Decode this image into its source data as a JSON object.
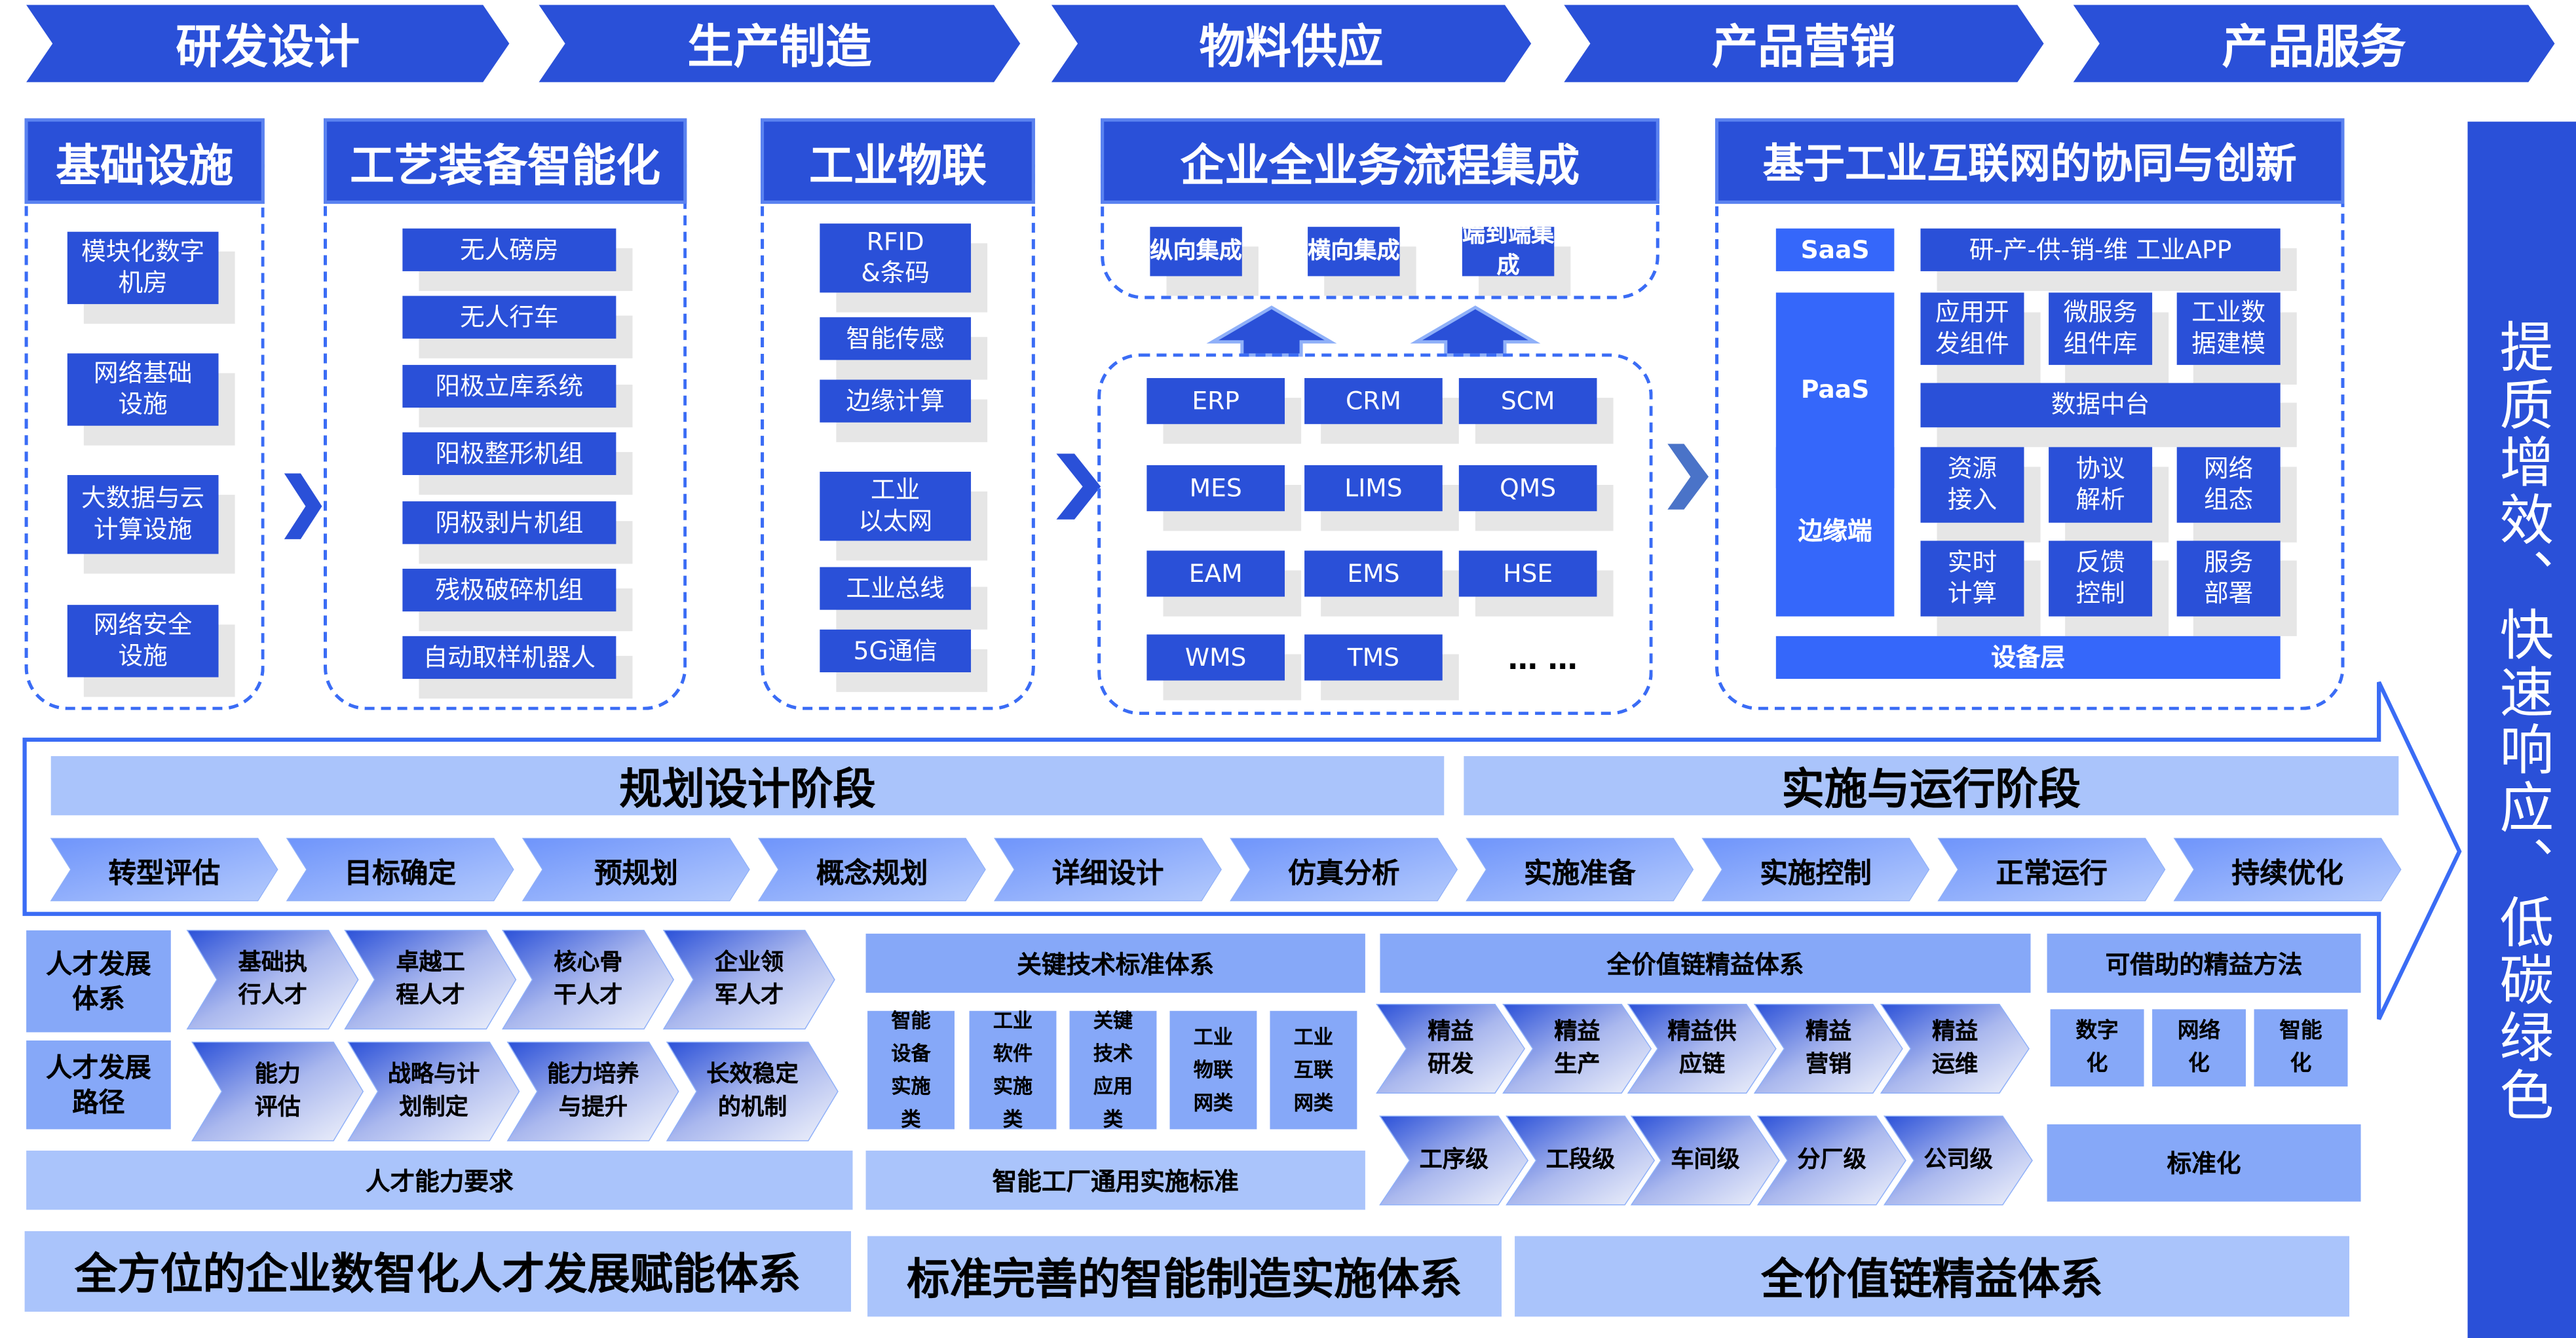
{
  "colors": {
    "dark_blue": "#2a50d8",
    "bright_blue": "#3567fa",
    "dash_blue": "#3a6cf5",
    "light_blue": "#aac4fb",
    "mid_blue": "#86a8f8",
    "shadow_gray": "#e6e6e6"
  },
  "value_chain": [
    "研发设计",
    "生产制造",
    "物料供应",
    "产品营销",
    "产品服务"
  ],
  "columns": {
    "infrastructure": {
      "title": "基础设施",
      "items": [
        "模块化数字\n机房",
        "网络基础\n设施",
        "大数据与云\n计算设施",
        "网络安全\n设施"
      ]
    },
    "equipment": {
      "title": "工艺装备智能化",
      "items": [
        "无人磅房",
        "无人行车",
        "阳极立库系统",
        "阳极整形机组",
        "阴极剥片机组",
        "残极破碎机组",
        "自动取样机器人"
      ]
    },
    "iot": {
      "title": "工业物联",
      "items": [
        "RFID\n&条码",
        "智能传感",
        "边缘计算",
        "工业\n以太网",
        "工业总线",
        "5G通信"
      ]
    },
    "integration": {
      "title": "企业全业务流程集成",
      "types": [
        "纵向集成",
        "横向集成",
        "端到端集成"
      ],
      "systems": [
        "ERP",
        "CRM",
        "SCM",
        "MES",
        "LIMS",
        "QMS",
        "EAM",
        "EMS",
        "HSE",
        "WMS",
        "TMS"
      ],
      "more": "… …"
    },
    "platform": {
      "title": "基于工业互联网的协同与创新",
      "saas": {
        "label": "SaaS",
        "app": "研-产-供-销-维 工业APP"
      },
      "paas": {
        "label": "PaaS",
        "items": [
          "应用开\n发组件",
          "微服务\n组件库",
          "工业数\n据建模"
        ],
        "data_platform": "数据中台"
      },
      "edge": {
        "label": "边缘端",
        "items": [
          "资源\n接入",
          "协议\n解析",
          "网络\n组态",
          "实时\n计算",
          "反馈\n控制",
          "服务\n部署"
        ]
      },
      "device": "设备层"
    }
  },
  "stages": {
    "planning": {
      "title": "规划设计阶段",
      "steps": [
        "转型评估",
        "目标确定",
        "预规划",
        "概念规划",
        "详细设计",
        "仿真分析"
      ]
    },
    "implementation": {
      "title": "实施与运行阶段",
      "steps": [
        "实施准备",
        "实施控制",
        "正常运行",
        "持续优化"
      ]
    }
  },
  "talent": {
    "row1": {
      "label": "人才发展\n体系",
      "steps": [
        "基础执\n行人才",
        "卓越工\n程人才",
        "核心骨\n干人才",
        "企业领\n军人才"
      ]
    },
    "row2": {
      "label": "人才发展\n路径",
      "steps": [
        "能力\n评估",
        "战略与计\n划制定",
        "能力培养\n与提升",
        "长效稳定\n的机制"
      ]
    },
    "base": "人才能力要求",
    "footer": "全方位的企业数智化人才发展赋能体系"
  },
  "standards": {
    "title": "关键技术标准体系",
    "items": [
      "智能\n设备\n实施\n类",
      "工业\n软件\n实施\n类",
      "关键\n技术\n应用\n类",
      "工业\n物联\n网类",
      "工业\n互联\n网类"
    ],
    "base": "智能工厂通用实施标准",
    "footer": "标准完善的智能制造实施体系"
  },
  "lean": {
    "title": "全价值链精益体系",
    "row1": [
      "精益\n研发",
      "精益\n生产",
      "精益供\n应链",
      "精益\n营销",
      "精益\n运维"
    ],
    "row2": [
      "工序级",
      "工段级",
      "车间级",
      "分厂级",
      "公司级"
    ],
    "footer": "全价值链精益体系"
  },
  "methods": {
    "title": "可借助的精益方法",
    "items": [
      "数字\n化",
      "网络\n化",
      "智能\n化"
    ],
    "base": "标准化"
  },
  "goal": "提质增效、快速响应、低碳绿色"
}
